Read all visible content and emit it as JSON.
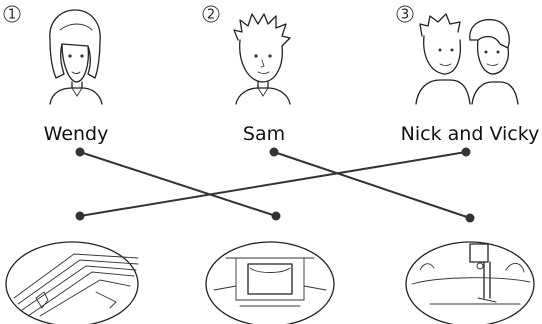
{
  "items": [
    {
      "number": "1",
      "name": "Wendy"
    },
    {
      "number": "2",
      "name": "Sam"
    },
    {
      "number": "3",
      "name": "Nick and Vicky"
    }
  ]
}
